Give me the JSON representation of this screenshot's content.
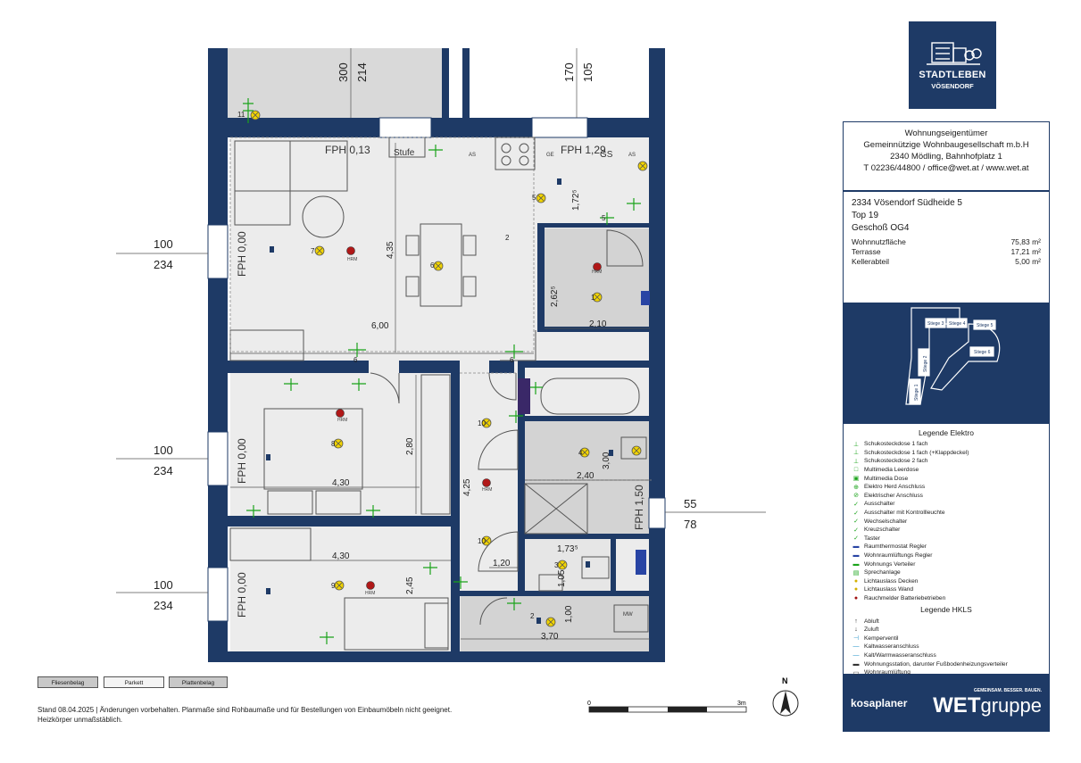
{
  "branding": {
    "logo_top": "STADTLEBEN",
    "logo_bottom": "VÖSENDORF",
    "partner_logo": "kosaplaner",
    "group_logo_main": "WET",
    "group_logo_sub": "gruppe",
    "group_slogan": "GEMEINSAM. BESSER. BAUEN."
  },
  "owner": {
    "heading": "Wohnungseigentümer",
    "name": "Gemeinnützige Wohnbaugesellschaft m.b.H",
    "address": "2340 Mödling, Bahnhofplatz 1",
    "contact": "T 02236/44800 / office@wet.at / www.wet.at"
  },
  "unit": {
    "address": "2334 Vösendorf Südheide 5",
    "top": "Top 19",
    "floor": "Geschoß OG4",
    "areas": [
      {
        "label": "Wohnnutzfläche",
        "value": "75,83 m²"
      },
      {
        "label": "Terrasse",
        "value": "17,21 m²"
      },
      {
        "label": "Kellerabteil",
        "value": "5,00 m²"
      }
    ]
  },
  "keymap": {
    "labels": [
      "Stiege 3",
      "Stiege 4",
      "Stiege 5",
      "Stiege 2",
      "Stiege 6",
      "Stiege 1"
    ]
  },
  "legend_elektro": {
    "title": "Legende Elektro",
    "items": [
      "Schukosteckdose 1 fach",
      "Schukosteckdose 1 fach (+Klappdeckel)",
      "Schukosteckdose 2 fach",
      "Multimedia Leerdose",
      "Multimedia Dose",
      "Elektro Herd Anschluss",
      "Elektrischer Anschluss",
      "Ausschalter",
      "Ausschalter mit Kontrollleuchte",
      "Wechselschalter",
      "Kreuzschalter",
      "Taster",
      "Raumthermostat Regler",
      "Wohnraumlüftungs Regler",
      "Wohnungs Verteiler",
      "Sprechanlage",
      "Lichtauslass Decken",
      "Lichtauslass Wand",
      "Rauchmelder Batteriebetrieben"
    ]
  },
  "legend_hkls": {
    "title": "Legende HKLS",
    "items": [
      "Abluft",
      "Zuluft",
      "Kemperventil",
      "Kaltwasseranschluss",
      "Kalt/Warmwasseranschluss",
      "Wohnungsstation, darunter Fußbodenheizungsverteiler",
      "Wohnraumlüftung"
    ]
  },
  "flooring": [
    "Fliesenbelag",
    "Parkett",
    "Plattenbelag"
  ],
  "note": {
    "line1": "Stand 08.04.2025 | Änderungen vorbehalten. Planmaße sind Rohbaumaße und für Bestellungen von Einbaumöbeln nicht geeignet.",
    "line2": "Heizkörper unmaßstäblich."
  },
  "scale": {
    "start": "0",
    "end": "3m"
  },
  "north": "N",
  "plan": {
    "top_dims": [
      {
        "a": "300",
        "b": "214"
      },
      {
        "a": "170",
        "b": "105"
      }
    ],
    "side_dims": [
      {
        "a": "100",
        "b": "234"
      },
      {
        "a": "100",
        "b": "234"
      },
      {
        "a": "100",
        "b": "234"
      },
      {
        "a": "55",
        "b": "78"
      }
    ],
    "fph": [
      "FPH 0,13",
      "FPH 0,00",
      "FPH 0,00",
      "FPH 0,00",
      "FPH 1,50",
      "FPH 1,29"
    ],
    "stufe": "Stufe",
    "gs": "GS",
    "as1": "AS",
    "as2": "AS",
    "ge": "GE",
    "mw": "MW",
    "hrm": "HRM",
    "dims": [
      "6,00",
      "4,35",
      "1,72⁵",
      "2,62⁵",
      "2,10",
      "2,80",
      "4,30",
      "4,25",
      "3,00",
      "2,40",
      "4,30",
      "2,45",
      "1,20",
      "1,73⁵",
      "1,05",
      "1,00",
      "3,70"
    ],
    "numbers": [
      "11",
      "7",
      "6",
      "5",
      "5",
      "1",
      "6",
      "6",
      "8",
      "10",
      "4",
      "10",
      "9",
      "3",
      "2",
      "2"
    ]
  }
}
